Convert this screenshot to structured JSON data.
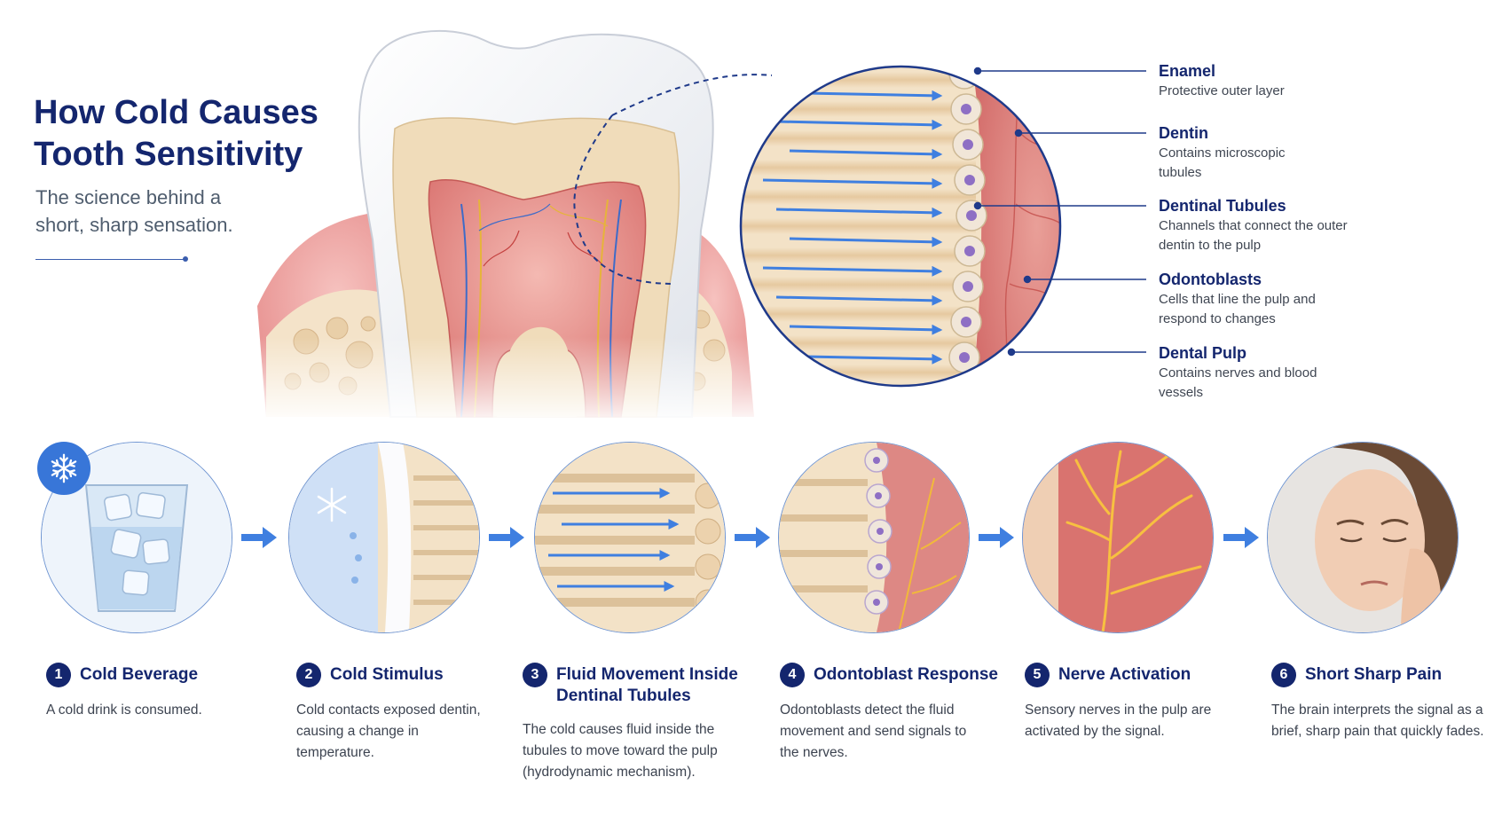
{
  "header": {
    "title": "How Cold Causes Tooth Sensitivity",
    "subtitle": "The science behind a short, sharp sensation."
  },
  "callouts": [
    {
      "name": "Enamel",
      "desc": "Protective outer layer"
    },
    {
      "name": "Dentin",
      "desc": "Contains microscopic tubules"
    },
    {
      "name": "Dentinal Tubules",
      "desc": "Channels that connect the outer dentin to the pulp"
    },
    {
      "name": "Odontoblasts",
      "desc": "Cells that line the pulp and respond to changes"
    },
    {
      "name": "Dental Pulp",
      "desc": "Contains nerves and blood vessels"
    }
  ],
  "steps": [
    {
      "num": "1",
      "title": "Cold Beverage",
      "desc": "A cold drink is consumed."
    },
    {
      "num": "2",
      "title": "Cold Stimulus",
      "desc": "Cold contacts exposed dentin, causing a change in temperature."
    },
    {
      "num": "3",
      "title": "Fluid Movement Inside Dentinal Tubules",
      "desc": "The cold causes fluid inside the tubules to move toward the pulp (hydrodynamic mechanism)."
    },
    {
      "num": "4",
      "title": "Odontoblast Response",
      "desc": "Odontoblasts detect the fluid movement and send signals to the nerves."
    },
    {
      "num": "5",
      "title": "Nerve Activation",
      "desc": "Sensory nerves in the pulp are activated by the signal."
    },
    {
      "num": "6",
      "title": "Short Sharp Pain",
      "desc": "The brain interprets the signal as a brief, sharp pain that quickly fades."
    }
  ],
  "colors": {
    "navy": "#14266e",
    "accent_blue": "#3f7fe0",
    "dentin": "#efdcbc",
    "pulp": "#e79a94",
    "gum": "#eea5a5"
  },
  "icons": [
    "snowflake-icon",
    "arrow-right-icon"
  ]
}
